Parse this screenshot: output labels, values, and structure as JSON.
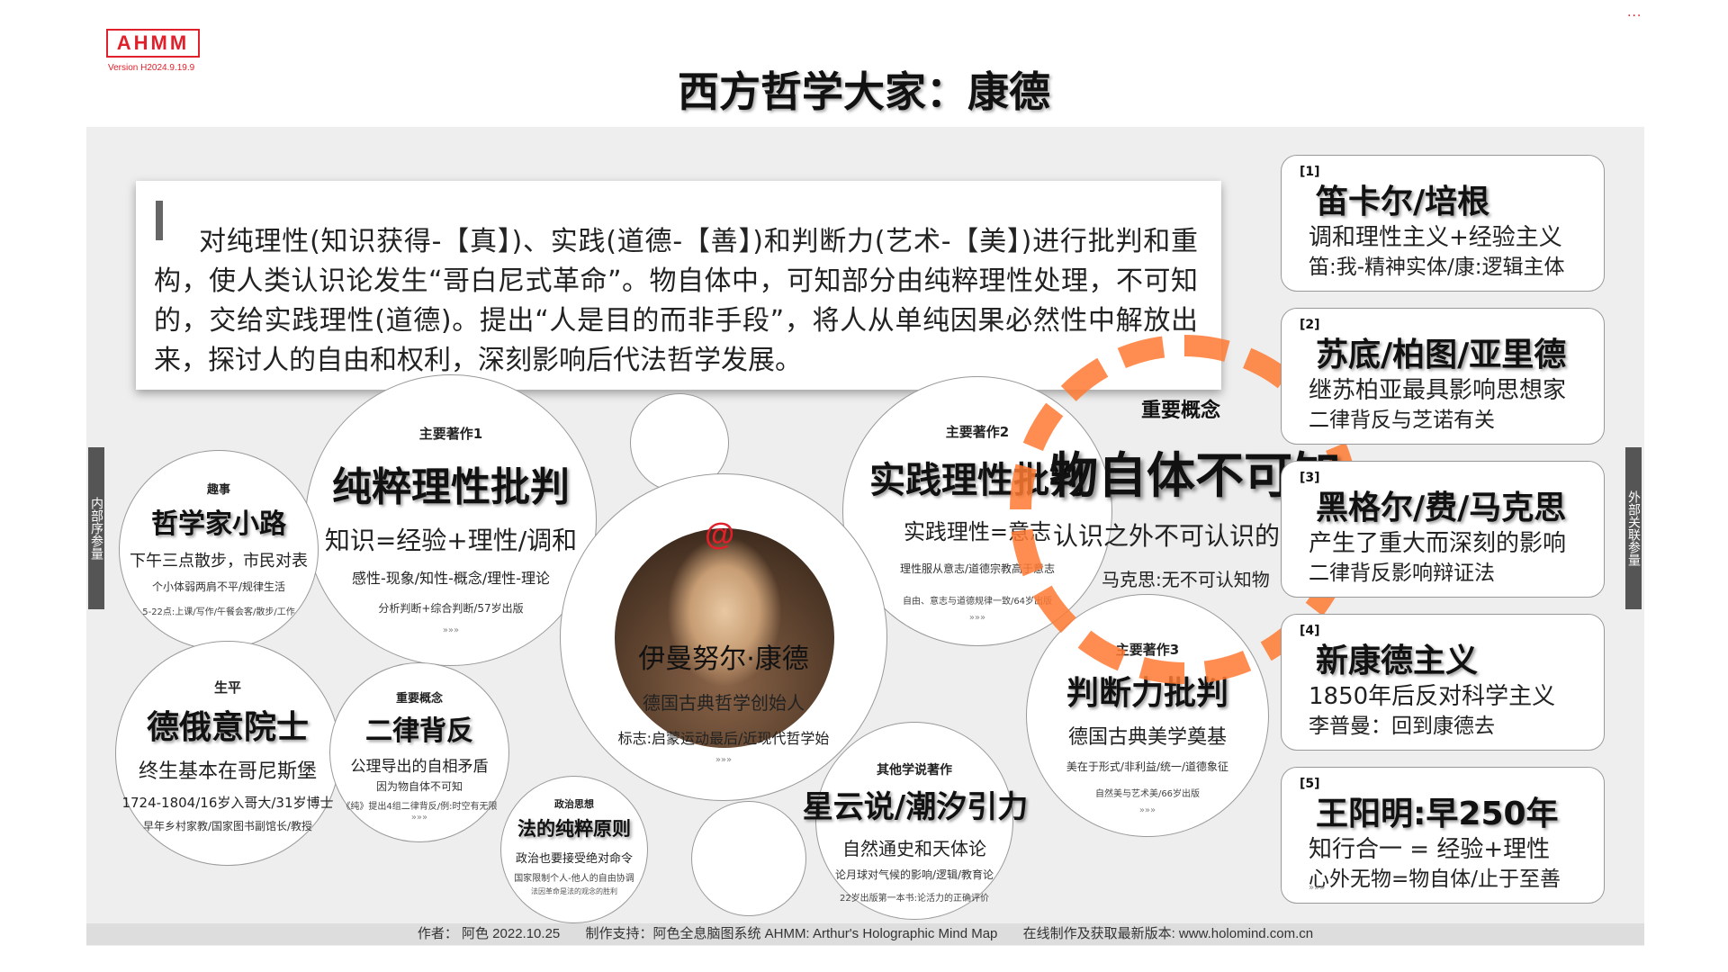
{
  "brand": {
    "logo_text": "AHMM",
    "version": "Version H2024.9.19.9",
    "menu": "..."
  },
  "title": "西方哲学大家：康德",
  "summary": "对纯理性(知识获得-【真】)、实践(道德-【善】)和判断力(艺术-【美】)进行批判和重构，使人类认识论发生“哥白尼式革命”。物自体中，可知部分由纯粹理性处理，不可知的，交给实践理性(道德)。提出“人是目的而非手段”，将人从单纯因果必然性中解放出来，探讨人的自由和权利，深刻影响后代法哲学发展。",
  "side_tabs": {
    "left": "内部序参量",
    "right": "外部关联参量"
  },
  "center": {
    "symbol": "@",
    "name": "伊曼努尔·康德",
    "role": "德国古典哲学创始人",
    "note": "标志:启蒙运动最后/近现代哲学始",
    "more": "»»»"
  },
  "bubbles": {
    "work1": {
      "cat": "主要著作1",
      "title": "纯粹理性批判",
      "sub": "知识=经验+理性/调和",
      "l1": "感性-现象/知性-概念/理性-理论",
      "l2": "分析判断+综合判断/57岁出版",
      "more": "»»»"
    },
    "work2": {
      "cat": "主要著作2",
      "title": "实践理性批判",
      "sub": "实践理性=意志",
      "l1": "理性服从意志/道德宗教高于意志",
      "l2": "自由、意志与道德规律一致/64岁出版",
      "more": "»»»"
    },
    "work3": {
      "cat": "主要著作3",
      "title": "判断力批判",
      "sub": "德国古典美学奠基",
      "l1": "美在于形式/非利益/统一/道德象征",
      "l2": "自然美与艺术美/66岁出版",
      "more": "»»»"
    },
    "fun": {
      "cat": "趣事",
      "title": "哲学家小路",
      "sub": "下午三点散步，市民对表",
      "l1": "个小体弱两肩不平/规律生活",
      "l2": "5-22点:上课/写作/午餐会客/散步/工作"
    },
    "life": {
      "cat": "生平",
      "title": "德俄意院士",
      "sub": "终生基本在哥尼斯堡",
      "l1": "1724-1804/16岁入哥大/31岁博士",
      "l2": "早年乡村家教/国家图书副馆长/教授"
    },
    "antinomy": {
      "cat": "重要概念",
      "title": "二律背反",
      "sub": "公理导出的自相矛盾",
      "l1": "因为物自体不可知",
      "l2": "《纯》提出4组二律背反/例:时空有无限",
      "more": "»»»"
    },
    "law": {
      "cat": "政治思想",
      "title": "法的纯粹原则",
      "sub": "政治也要接受绝对命令",
      "l1": "国家限制个人-他人的自由协调",
      "l2": "法因革命是法的观念的胜利"
    },
    "other": {
      "cat": "其他学说著作",
      "title": "星云说/潮汐引力",
      "sub": "自然通史和天体论",
      "l1": "论月球对气候的影响/逻辑/教育论",
      "l2": "22岁出版第一本书:论活力的正确评价"
    }
  },
  "popup": {
    "cat": "重要概念",
    "title": "物自体不可知",
    "sub": "认识之外不可认识的存在",
    "note": "马克思:无不可认知物"
  },
  "cards": [
    {
      "index": "[1]",
      "title": "笛卡尔/培根",
      "line1": "调和理性主义+经验主义",
      "line2": "笛:我-精神实体/康:逻辑主体"
    },
    {
      "index": "[2]",
      "title": "苏底/柏图/亚里德",
      "line1": "继苏柏亚最具影响思想家",
      "line2": "二律背反与芝诺有关"
    },
    {
      "index": "[3]",
      "title": "黑格尔/费/马克思",
      "line1": "产生了重大而深刻的影响",
      "line2": "二律背反影响辩证法"
    },
    {
      "index": "[4]",
      "title": "新康德主义",
      "line1": "1850年后反对科学主义",
      "line2": "李普曼：回到康德去"
    },
    {
      "index": "[5]",
      "title": "王阳明:早250年",
      "line1": "知行合一 = 经验+理性",
      "line2": "心外无物=物自体/止于至善",
      "more": "»»»"
    }
  ],
  "footer": {
    "author": "作者：  阿色  2022.10.25",
    "support": "制作支持：阿色全息脑图系统 AHMM: Arthur's Holographic Mind Map",
    "online": "在线制作及获取最新版本: www.holomind.com.cn"
  },
  "colors": {
    "accent": "#e0202a",
    "ring": "#ff7a33",
    "canvas": "#eeeeee"
  }
}
